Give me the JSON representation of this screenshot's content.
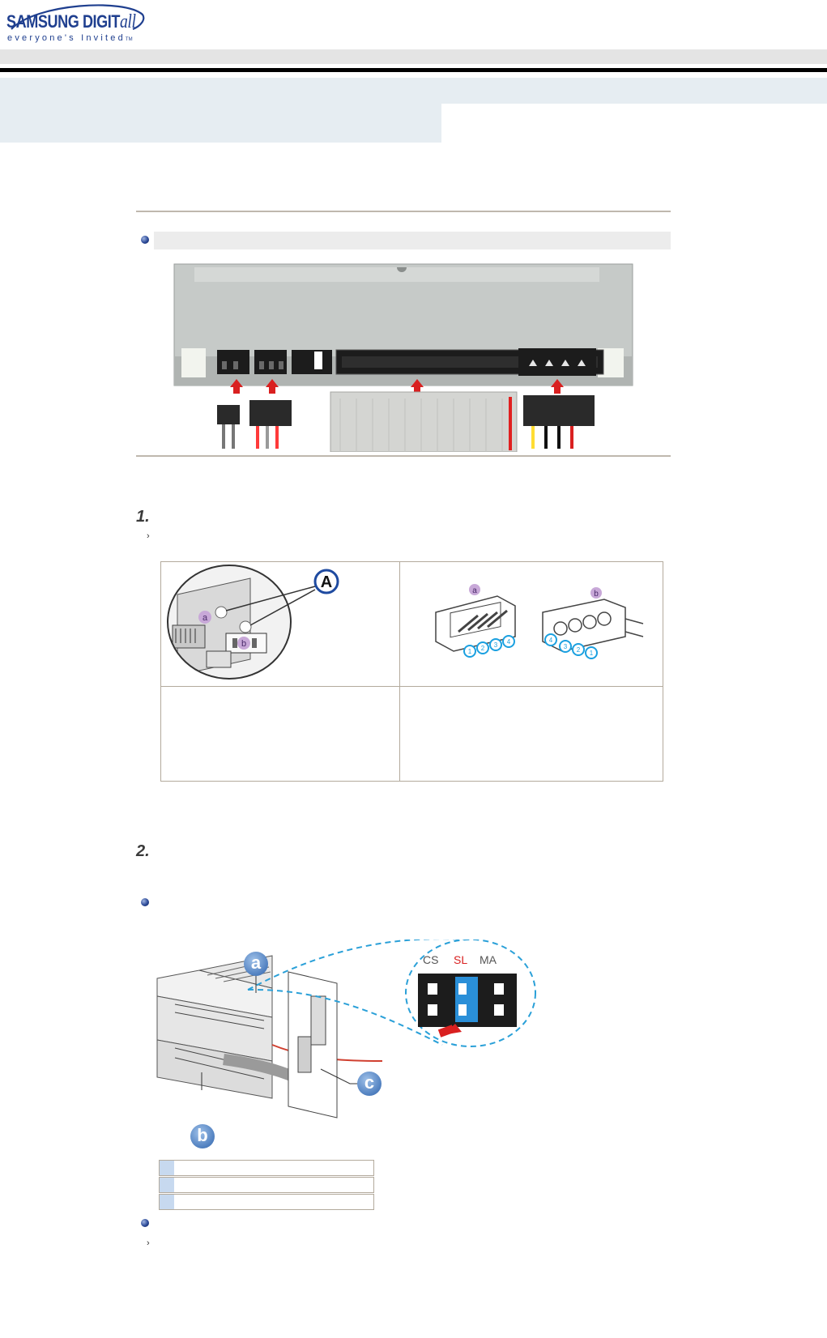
{
  "header": {
    "brand": "SAMSUNG DIGIT",
    "brand_suffix": "all",
    "tagline": "everyone's Invited",
    "tm": "TM"
  },
  "steps": {
    "step1": "1.",
    "step2": "2."
  },
  "connector_callout": "A",
  "connector_labels": {
    "a": "a",
    "b": "b"
  },
  "pin_numbers_a": [
    "1",
    "2",
    "3",
    "4"
  ],
  "pin_numbers_b": [
    "4",
    "3",
    "2",
    "1"
  ],
  "jumper_labels": {
    "cs": "CS",
    "sl": "SL",
    "ma": "MA"
  },
  "installation_callouts": [
    "a",
    "b",
    "c"
  ],
  "colors": {
    "brand_blue": "#1f3f8f",
    "accent_red": "#d92020",
    "callout_blue": "#4f7fbf",
    "title_band": "#e6edf2",
    "rule_tan": "#bfb8ae"
  }
}
